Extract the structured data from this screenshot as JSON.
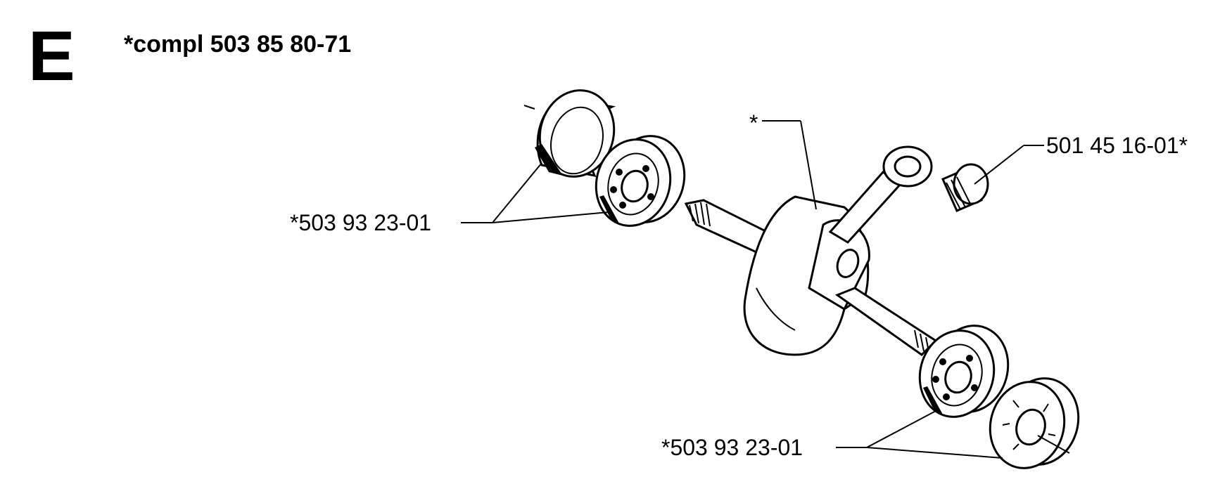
{
  "section": {
    "letter": "E"
  },
  "heading": {
    "text": "*compl 503 85 80-71"
  },
  "callouts": {
    "bearing_top": "*503 93 23-01",
    "bearing_bottom": "*503 93 23-01",
    "crankshaft": "*",
    "needle_bearing": "501 45 16-01*"
  }
}
